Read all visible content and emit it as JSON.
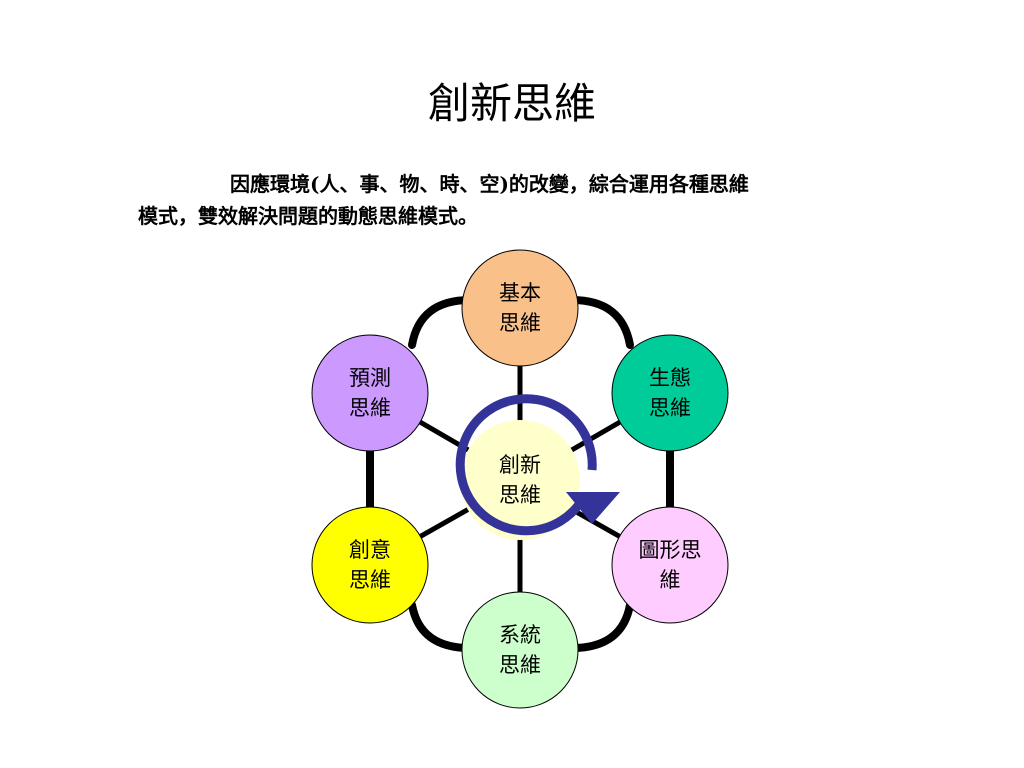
{
  "title": "創新思維",
  "description": {
    "line1": "因應環境(人、事、物、時、空)的改變，綜合運用各種思維",
    "line2": "模式，雙效解決問題的動態思維模式。"
  },
  "diagram": {
    "center": {
      "lines": [
        "創新",
        "思維"
      ],
      "color": "#ffffcc"
    },
    "nodes": [
      {
        "id": "basic",
        "lines": [
          "基本",
          "思維"
        ],
        "color": "#f9c08a"
      },
      {
        "id": "ecology",
        "lines": [
          "生態",
          "思維"
        ],
        "color": "#00cc99"
      },
      {
        "id": "graphic",
        "lines": [
          "圖形思",
          "維"
        ],
        "color": "#ffccff"
      },
      {
        "id": "system",
        "lines": [
          "系統",
          "思維"
        ],
        "color": "#ccffcc"
      },
      {
        "id": "creative",
        "lines": [
          "創意",
          "思維"
        ],
        "color": "#ffff00"
      },
      {
        "id": "prediction",
        "lines": [
          "預測",
          "思維"
        ],
        "color": "#cc99ff"
      }
    ],
    "cycle_arrow_color": "#333399",
    "connector_color": "#000000"
  }
}
